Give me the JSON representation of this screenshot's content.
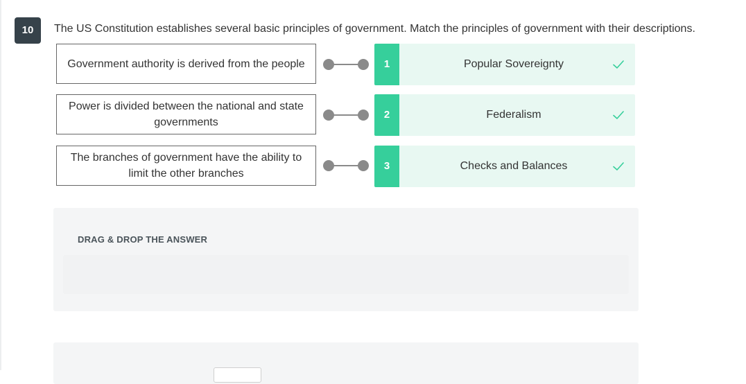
{
  "question": {
    "number": "10",
    "text": "The US Constitution establishes several basic principles of government. Match the principles of government with their descriptions."
  },
  "matches": [
    {
      "prompt": "Government authority is derived from the people",
      "answer_number": "1",
      "answer_label": "Popular Sovereignty",
      "status_icon": "check-icon"
    },
    {
      "prompt": "Power is divided between the national and state governments",
      "answer_number": "2",
      "answer_label": "Federalism",
      "status_icon": "check-icon"
    },
    {
      "prompt": "The branches of government have the ability to limit the other branches",
      "answer_number": "3",
      "answer_label": "Checks and Balances",
      "status_icon": "check-icon"
    }
  ],
  "dropzone": {
    "title": "DRAG & DROP THE ANSWER"
  },
  "colors": {
    "badge_bg": "#36424a",
    "answer_accent": "#36cf9b",
    "answer_bg": "#e8f8f2",
    "check": "#36cf9b",
    "connector": "#8a8a8a"
  }
}
